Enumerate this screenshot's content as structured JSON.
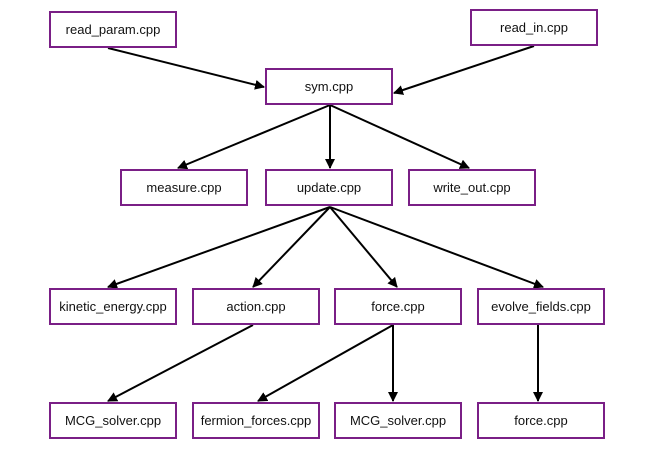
{
  "diagram": {
    "nodes": [
      {
        "id": "read_param",
        "label": "read_param.cpp"
      },
      {
        "id": "read_in",
        "label": "read_in.cpp"
      },
      {
        "id": "sym",
        "label": "sym.cpp"
      },
      {
        "id": "measure",
        "label": "measure.cpp"
      },
      {
        "id": "update",
        "label": "update.cpp"
      },
      {
        "id": "write_out",
        "label": "write_out.cpp"
      },
      {
        "id": "kinetic_energy",
        "label": "kinetic_energy.cpp"
      },
      {
        "id": "action",
        "label": "action.cpp"
      },
      {
        "id": "force",
        "label": "force.cpp"
      },
      {
        "id": "evolve_fields",
        "label": "evolve_fields.cpp"
      },
      {
        "id": "mcg_solver_1",
        "label": "MCG_solver.cpp"
      },
      {
        "id": "fermion_forces",
        "label": "fermion_forces.cpp"
      },
      {
        "id": "mcg_solver_2",
        "label": "MCG_solver.cpp"
      },
      {
        "id": "force_2",
        "label": "force.cpp"
      }
    ],
    "edges": [
      {
        "from": "read_param",
        "to": "sym"
      },
      {
        "from": "read_in",
        "to": "sym"
      },
      {
        "from": "sym",
        "to": "measure"
      },
      {
        "from": "sym",
        "to": "update"
      },
      {
        "from": "sym",
        "to": "write_out"
      },
      {
        "from": "update",
        "to": "kinetic_energy"
      },
      {
        "from": "update",
        "to": "action"
      },
      {
        "from": "update",
        "to": "force"
      },
      {
        "from": "update",
        "to": "evolve_fields"
      },
      {
        "from": "action",
        "to": "mcg_solver_1"
      },
      {
        "from": "force",
        "to": "fermion_forces"
      },
      {
        "from": "force",
        "to": "mcg_solver_2"
      },
      {
        "from": "evolve_fields",
        "to": "force_2"
      }
    ],
    "colors": {
      "node_border": "#7a1f86",
      "edge": "#000000",
      "text": "#111111"
    }
  }
}
